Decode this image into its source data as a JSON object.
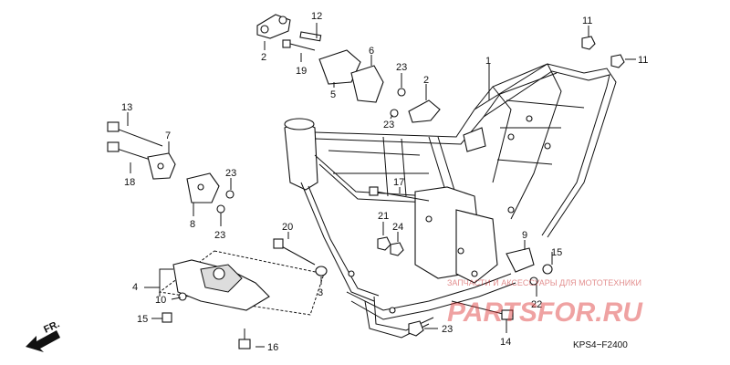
{
  "callouts": [
    {
      "id": "c12",
      "text": "12"
    },
    {
      "id": "c2a",
      "text": "2"
    },
    {
      "id": "c19",
      "text": "19"
    },
    {
      "id": "c6",
      "text": "6"
    },
    {
      "id": "c5",
      "text": "5"
    },
    {
      "id": "c23a",
      "text": "23"
    },
    {
      "id": "c2b",
      "text": "2"
    },
    {
      "id": "c23b",
      "text": "23"
    },
    {
      "id": "c1",
      "text": "1"
    },
    {
      "id": "c11a",
      "text": "11"
    },
    {
      "id": "c11b",
      "text": "11"
    },
    {
      "id": "c13",
      "text": "13"
    },
    {
      "id": "c7",
      "text": "7"
    },
    {
      "id": "c18",
      "text": "18"
    },
    {
      "id": "c23c",
      "text": "23"
    },
    {
      "id": "c8",
      "text": "8"
    },
    {
      "id": "c23d",
      "text": "23"
    },
    {
      "id": "c17",
      "text": "17"
    },
    {
      "id": "c21",
      "text": "21"
    },
    {
      "id": "c24",
      "text": "24"
    },
    {
      "id": "c20",
      "text": "20"
    },
    {
      "id": "c9",
      "text": "9"
    },
    {
      "id": "c15a",
      "text": "15"
    },
    {
      "id": "c4",
      "text": "4"
    },
    {
      "id": "c10",
      "text": "10"
    },
    {
      "id": "c3",
      "text": "3"
    },
    {
      "id": "c22",
      "text": "22"
    },
    {
      "id": "c15b",
      "text": "15"
    },
    {
      "id": "c23e",
      "text": "23"
    },
    {
      "id": "c14",
      "text": "14"
    },
    {
      "id": "c16",
      "text": "16"
    }
  ],
  "diagram_code": "KPS4−F2400",
  "direction_label": "FR.",
  "watermark": {
    "line1": "ЗАПЧАСТИ И АКСЕССУАРЫ ДЛЯ МОТОТЕХНИКИ",
    "line2": "PARTSFOR.RU"
  },
  "colors": {
    "ink": "#111111",
    "watermark": "#dd3333"
  }
}
